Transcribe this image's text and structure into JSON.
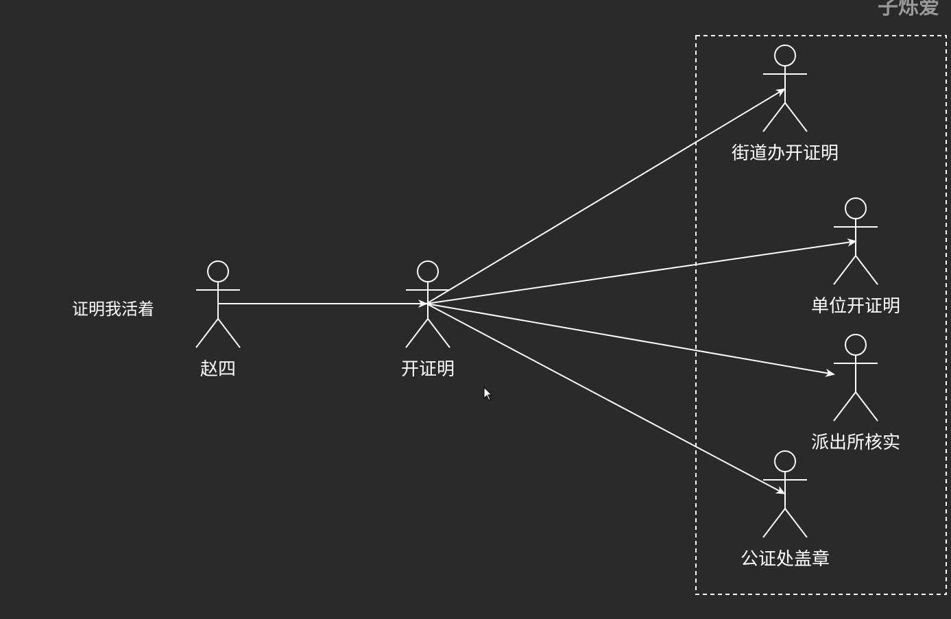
{
  "watermark": "子烁爱",
  "note": "证明我活着",
  "actors": {
    "zhaosi": "赵四",
    "kaizhengming": "开证明",
    "jiedaoban": "街道办开证明",
    "danwei": "单位开证明",
    "paichusuo": "派出所核实",
    "gongzhengchu": "公证处盖章"
  },
  "colors": {
    "background": "#2a2a2a",
    "foreground": "#ffffff",
    "watermark": "#9a9a9a"
  }
}
